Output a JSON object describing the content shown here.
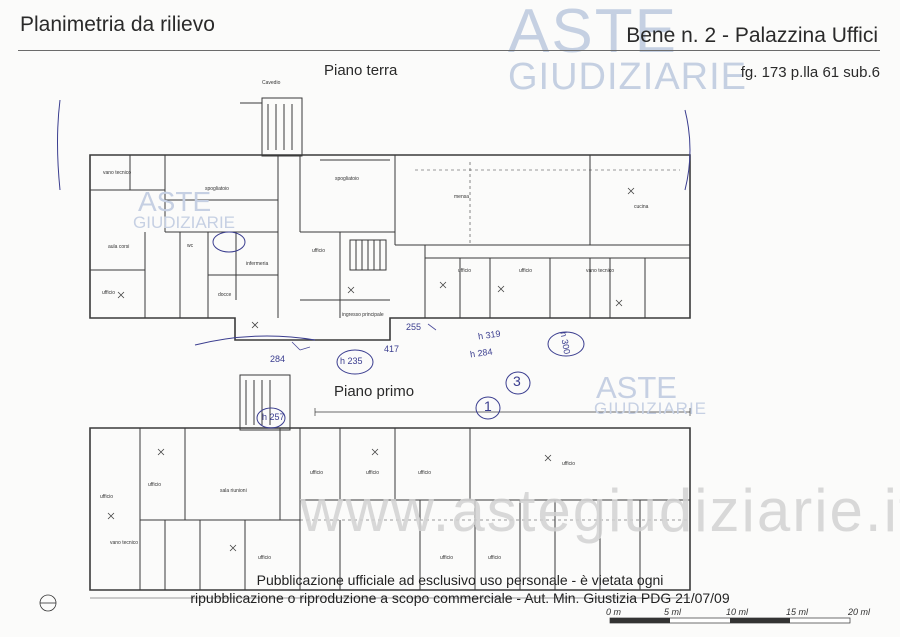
{
  "header": {
    "title": "Planimetria da rilievo",
    "bene": "Bene n. 2 - Palazzina Uffici",
    "catasto": "fg. 173 p.lla 61 sub.6"
  },
  "watermark": {
    "aste": "ASTE",
    "giudiziarie": "GIUDIZIARIE",
    "url": "www.astegiudiziarie.it"
  },
  "floors": {
    "ground": "Piano terra",
    "first": "Piano primo"
  },
  "ground_rooms": {
    "vano_tecnico": "vano tecnico",
    "aula_corsi": "aula corsi",
    "ufficio": "ufficio",
    "spogliatoio": "spogliatoio",
    "wc": "wc",
    "infermeria": "infermeria",
    "docce": "docce",
    "mensa": "mensa",
    "cucina": "cucina",
    "ingresso": "ingresso principale",
    "cavedio": "Cavedio"
  },
  "first_rooms": {
    "sala_riunioni": "sala riunioni",
    "ufficio": "ufficio",
    "vano_tecnico": "vano tecnico"
  },
  "scale": {
    "labels": [
      "0 m",
      "5 ml",
      "10 ml",
      "15 ml",
      "20 ml"
    ]
  },
  "footer": {
    "line1": "Pubblicazione ufficiale ad esclusivo uso personale - è vietata ogni",
    "line2": "ripubblicazione o riproduzione a scopo commerciale - Aut. Min. Giustizia PDG 21/07/09"
  },
  "annotations": {
    "circle_1": "1",
    "circle_3": "3",
    "n_319": "h 319",
    "n_284": "h 284",
    "n_235": "h 235",
    "n_257": "h 257",
    "n_300": "h 300",
    "n_417": "417",
    "n_255": "255",
    "n_284b": "284"
  }
}
